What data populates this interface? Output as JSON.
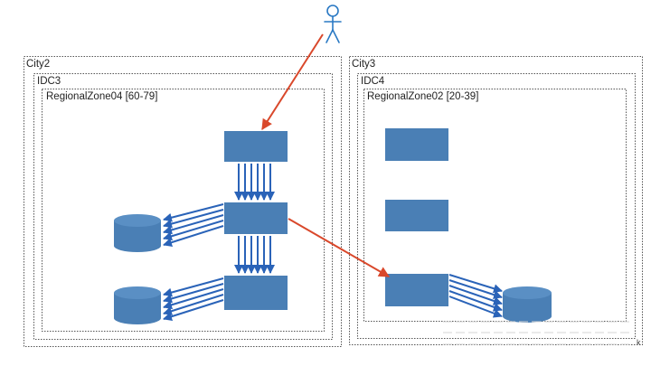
{
  "colors": {
    "box_fill": "#4a7fb5",
    "arrow_blue": "#2a63b8",
    "arrow_red": "#d9482b",
    "user_stroke": "#2a79c4",
    "border": "#555555"
  },
  "cities": [
    {
      "label": "City2",
      "idc": {
        "label": "IDC3",
        "zone": {
          "label": "RegionalZone04 [60-79]"
        }
      }
    },
    {
      "label": "City3",
      "idc": {
        "label": "IDC4",
        "zone": {
          "label": "RegionalZone02 [20-39]"
        }
      }
    }
  ],
  "user_icon": "person-icon",
  "corner_mark": "k"
}
